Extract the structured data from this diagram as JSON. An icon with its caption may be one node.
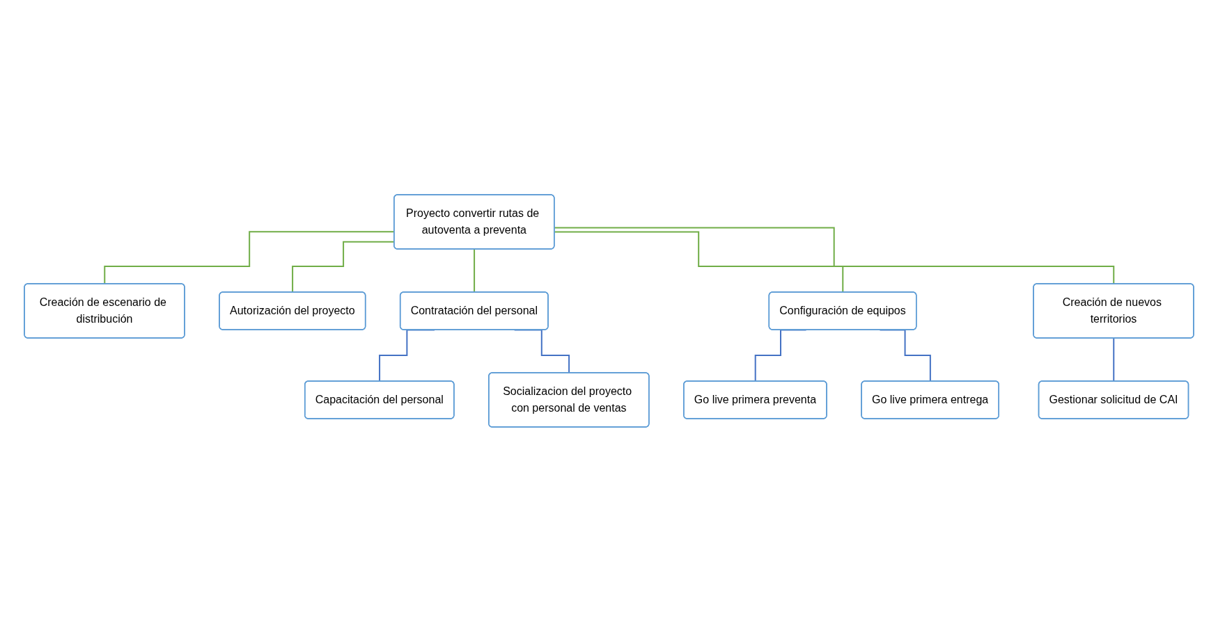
{
  "diagram": {
    "nodes": [
      {
        "text": [
          "Proyecto convertir rutas de autoventa a preventa"
        ]
      },
      {
        "text": [
          "Creación de escenario de distribución"
        ]
      },
      {
        "text": [
          "Autorización del proyecto"
        ]
      },
      {
        "text": [
          "Contratación del personal"
        ]
      },
      {
        "text": [
          "Configuración de equipos"
        ]
      },
      {
        "text": [
          "Creación de nuevos territorios"
        ]
      },
      {
        "text": [
          "Capacitación del personal"
        ]
      },
      {
        "text": [
          "Socializacion del proyecto con personal de ventas"
        ]
      },
      {
        "text": [
          "Go live primera preventa"
        ]
      },
      {
        "text": [
          "Go live primera entrega"
        ]
      },
      {
        "text": [
          "Gestionar solicitud de CAI"
        ]
      }
    ],
    "edges": [
      {
        "from": 0,
        "to": 1,
        "arrow": "none",
        "color": "#70ad47"
      },
      {
        "from": 0,
        "to": 2,
        "arrow": "none",
        "color": "#70ad47"
      },
      {
        "from": 0,
        "to": 3,
        "arrow": "none",
        "color": "#70ad47"
      },
      {
        "from": 0,
        "to": 4,
        "arrow": "none",
        "color": "#70ad47"
      },
      {
        "from": 0,
        "to": 5,
        "arrow": "none",
        "color": "#70ad47"
      },
      {
        "from": 3,
        "to": 6,
        "arrow": "none",
        "color": "#4472c4"
      },
      {
        "from": 3,
        "to": 7,
        "arrow": "none",
        "color": "#4472c4"
      },
      {
        "from": 4,
        "to": 8,
        "arrow": "none",
        "color": "#4472c4"
      },
      {
        "from": 4,
        "to": 9,
        "arrow": "none",
        "color": "#4472c4"
      },
      {
        "from": 5,
        "to": 10,
        "arrow": "none",
        "color": "#4472c4"
      }
    ]
  }
}
